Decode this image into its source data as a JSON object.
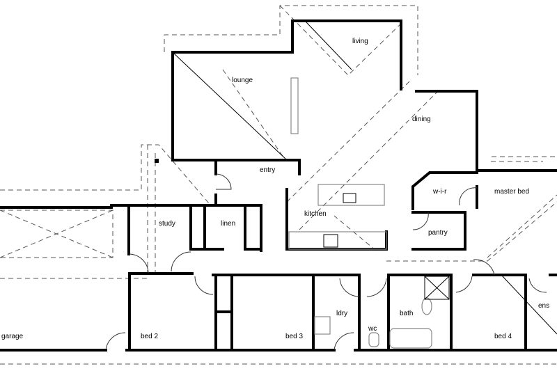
{
  "rooms": {
    "living": "living",
    "lounge": "lounge",
    "dining": "dining",
    "entry": "entry",
    "wir": "w-i-r",
    "master_bed": "master bed",
    "study": "study",
    "linen": "linen",
    "kitchen": "kitchen",
    "pantry": "pantry",
    "garage": "garage",
    "bed2": "bed 2",
    "bed3": "bed 3",
    "ldry": "ldry",
    "wc": "wc",
    "bath": "bath",
    "bed4": "bed 4",
    "ens": "ens"
  },
  "colors": {
    "walls": "#000000",
    "roof_outline": "#555555"
  }
}
